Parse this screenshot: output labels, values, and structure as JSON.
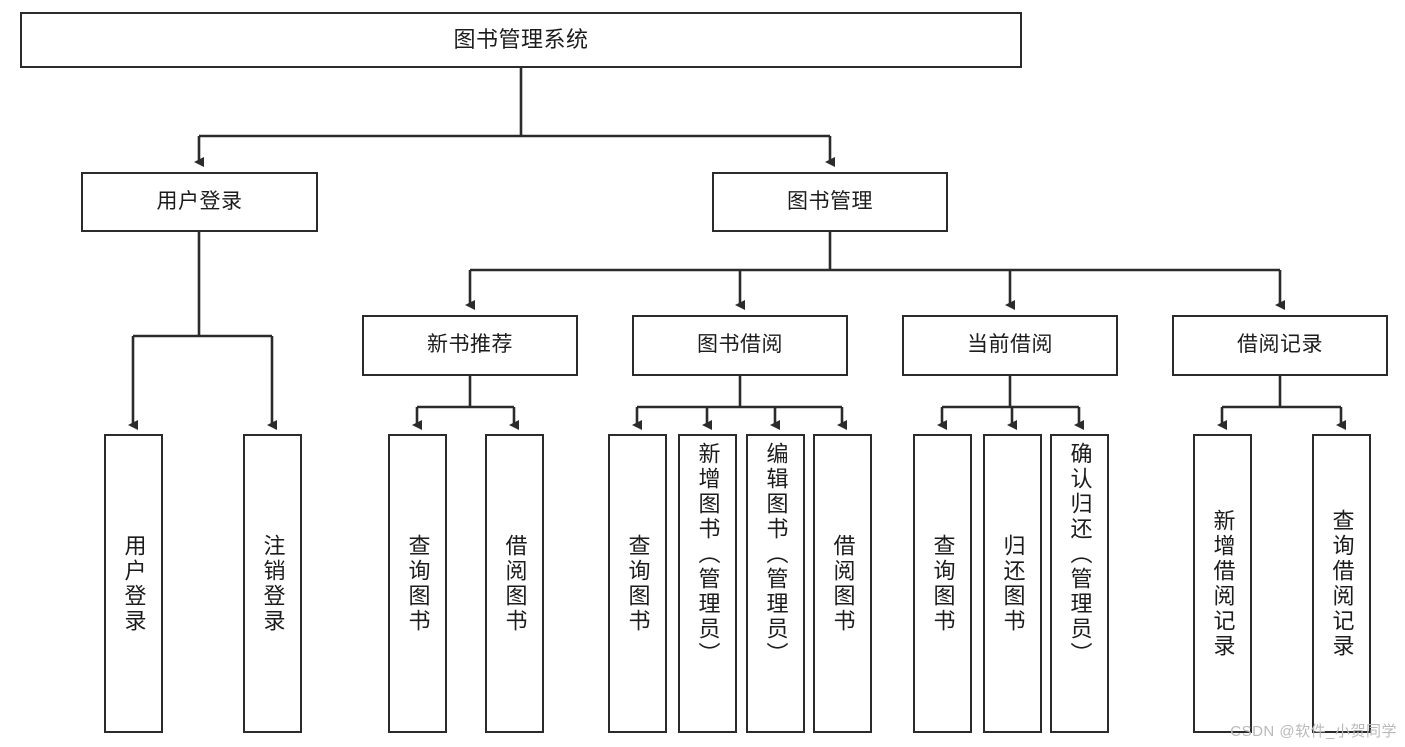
{
  "diagram": {
    "title": "图书管理系统",
    "type": "功能结构图",
    "watermark": "CSDN @软件_小贺同学",
    "stroke_color": "#2b2b2b",
    "fill_color": "#ffffff",
    "text_color": "#1c1c1c",
    "watermark_color": "#b9b9b9"
  },
  "nodes": {
    "root": {
      "label": "图书管理系统"
    },
    "level2": [
      {
        "id": "user-login",
        "label": "用户登录"
      },
      {
        "id": "book-management",
        "label": "图书管理"
      }
    ],
    "level3": [
      {
        "id": "new-book-recommend",
        "label": "新书推荐"
      },
      {
        "id": "book-borrow",
        "label": "图书借阅"
      },
      {
        "id": "current-borrow",
        "label": "当前借阅"
      },
      {
        "id": "borrow-record",
        "label": "借阅记录"
      }
    ],
    "leaves": {
      "user-login": [
        {
          "id": "leaf-user-login",
          "label": "用户登录"
        },
        {
          "id": "leaf-user-logout",
          "label": "注销登录"
        }
      ],
      "new-book-recommend": [
        {
          "id": "leaf-query-book-1",
          "label": "查询图书"
        },
        {
          "id": "leaf-borrow-book-1",
          "label": "借阅图书"
        }
      ],
      "book-borrow": [
        {
          "id": "leaf-query-book-2",
          "label": "查询图书"
        },
        {
          "id": "leaf-add-book",
          "label": "新增图书（管理员）"
        },
        {
          "id": "leaf-edit-book",
          "label": "编辑图书（管理员）"
        },
        {
          "id": "leaf-borrow-book-2",
          "label": "借阅图书"
        }
      ],
      "current-borrow": [
        {
          "id": "leaf-query-book-3",
          "label": "查询图书"
        },
        {
          "id": "leaf-return-book",
          "label": "归还图书"
        },
        {
          "id": "leaf-confirm-return",
          "label": "确认归还（管理员）"
        }
      ],
      "borrow-record": [
        {
          "id": "leaf-add-record",
          "label": "新增借阅记录"
        },
        {
          "id": "leaf-query-record",
          "label": "查询借阅记录"
        }
      ]
    }
  }
}
